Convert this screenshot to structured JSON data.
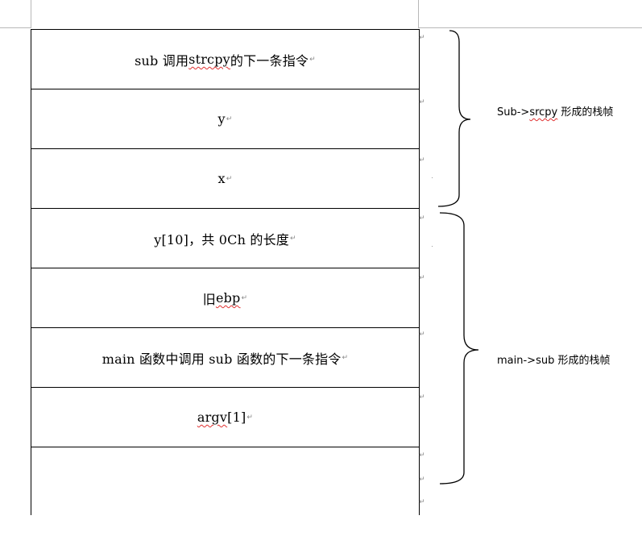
{
  "stack_cells": [
    {
      "parts": [
        {
          "text": "sub 调用 "
        },
        {
          "text": "strcpy",
          "wavy": true
        },
        {
          "text": " 的下一条指令"
        }
      ]
    },
    {
      "parts": [
        {
          "text": "y"
        }
      ]
    },
    {
      "parts": [
        {
          "text": "x"
        }
      ]
    },
    {
      "parts": [
        {
          "text": "y[10]，共 0Ch 的长度"
        }
      ]
    },
    {
      "parts": [
        {
          "text": "旧 "
        },
        {
          "text": "ebp",
          "wavy": true
        }
      ]
    },
    {
      "parts": [
        {
          "text": "main 函数中调用 sub 函数的下一条指令"
        }
      ]
    },
    {
      "parts": [
        {
          "text": "argv",
          "wavy": true
        },
        {
          "text": "[1]"
        }
      ]
    },
    {
      "parts": []
    }
  ],
  "return_mark": "↵",
  "frames": {
    "sub_strcpy": {
      "prefix": "Sub->",
      "wavy": "srcpy",
      "suffix": " 形成的栈帧"
    },
    "main_sub": {
      "prefix": "main->sub 形成的栈帧"
    }
  }
}
